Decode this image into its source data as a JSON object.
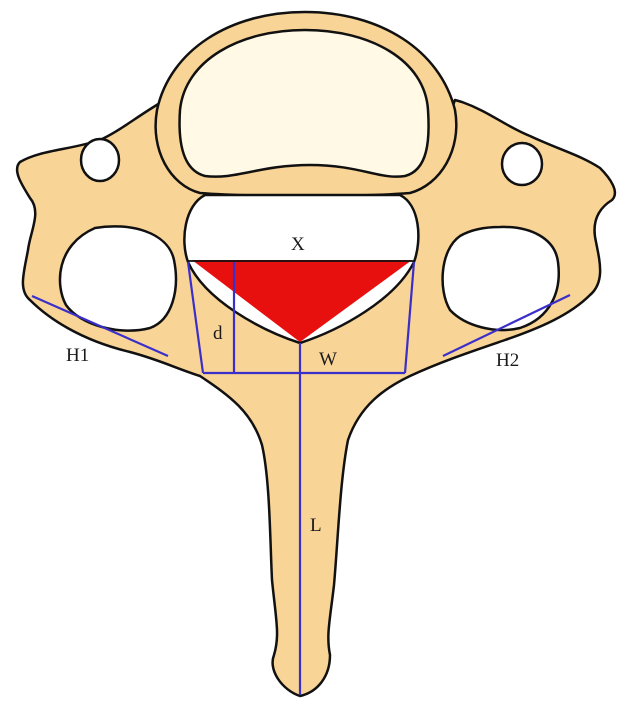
{
  "diagram": {
    "subject": "Cervical vertebra, axial view, with measurement lines",
    "colors": {
      "bone": "#F9D497",
      "vertebral_body_inner": "#FFF9E6",
      "canal": "#FFFFFF",
      "outline": "#111111",
      "highlight_region": "#E8100F",
      "measurement_lines": "#3B2FC9"
    },
    "labels": {
      "x": "X",
      "d": "d",
      "w": "W",
      "l": "L",
      "h1": "H1",
      "h2": "H2"
    }
  }
}
